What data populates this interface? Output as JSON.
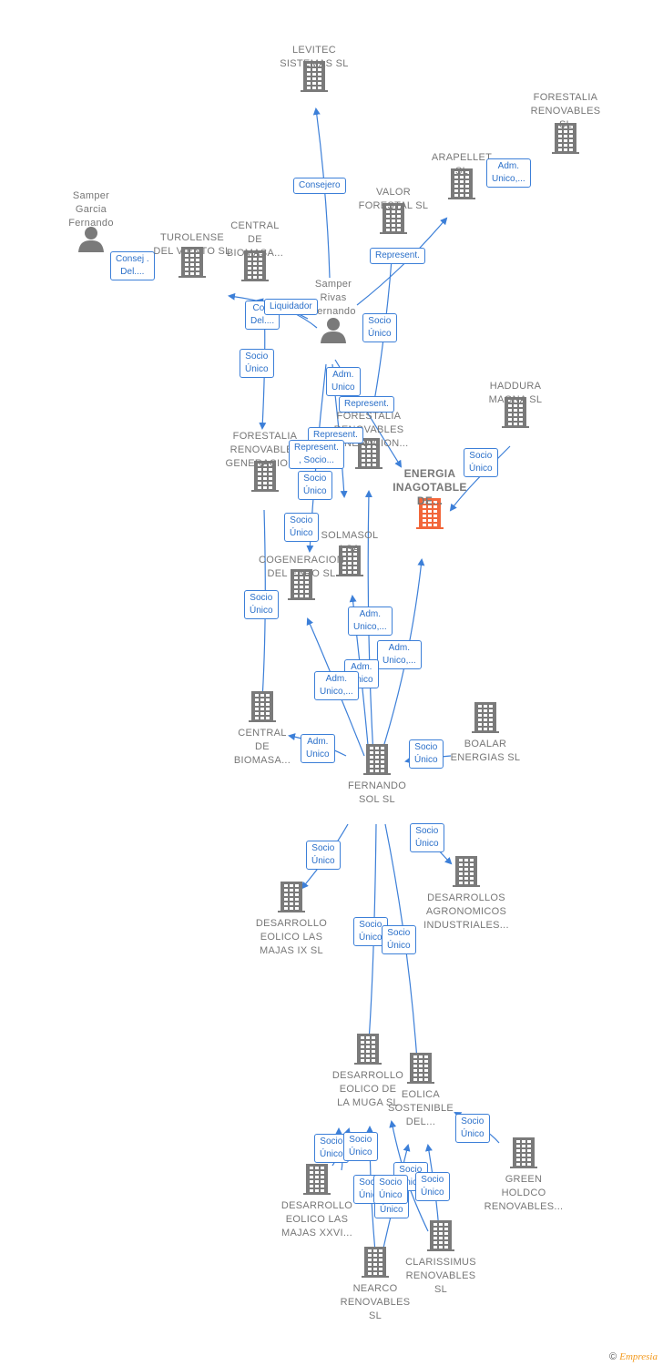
{
  "colors": {
    "edge": "#3c7fd8",
    "building": "#7a7a7a",
    "focus": "#f2663a",
    "person": "#7a7a7a"
  },
  "nodes": [
    {
      "id": "levitec",
      "label": "LEVITEC\nSISTEMAS  SL",
      "type": "company"
    },
    {
      "id": "forestalia_ren",
      "label": "FORESTALIA\nRENOVABLES\nSL",
      "type": "company"
    },
    {
      "id": "arapellet",
      "label": "ARAPELLET\nSL",
      "type": "company"
    },
    {
      "id": "valor",
      "label": "VALOR\nFORESTAL SL",
      "type": "company"
    },
    {
      "id": "samper_garcia",
      "label": "Samper\nGarcia\nFernando",
      "type": "person"
    },
    {
      "id": "turolense",
      "label": "TUROLENSE\nDEL VIENTO SL",
      "type": "company"
    },
    {
      "id": "central_top",
      "label": "CENTRAL\nDE\nBIOMASA...",
      "type": "company"
    },
    {
      "id": "samper_rivas",
      "label": "Samper\nRivas\nFernando",
      "type": "person"
    },
    {
      "id": "forestalia_ren_gen",
      "label": "FORESTALIA\nRENOVABLES\nGENERACION...",
      "type": "company"
    },
    {
      "id": "haddura",
      "label": "HADDURA\nMAGNA  SL",
      "type": "company"
    },
    {
      "id": "energia",
      "label": "ENERGIA\nINAGOTABLE\nDE...",
      "type": "focus"
    },
    {
      "id": "forestalia_gen",
      "label": "FORESTALIA\nRENOVABLES\nGENERACION...",
      "type": "company"
    },
    {
      "id": "solmasol",
      "label": "SOLMASOL\nI SA",
      "type": "company"
    },
    {
      "id": "cogeneracion",
      "label": "COGENERACION\nDEL EBRO  SL",
      "type": "company"
    },
    {
      "id": "central_bottom",
      "label": "CENTRAL\nDE\nBIOMASA...",
      "type": "company"
    },
    {
      "id": "boalar",
      "label": "BOALAR\nENERGIAS  SL",
      "type": "company"
    },
    {
      "id": "fernando_sol",
      "label": "FERNANDO\nSOL SL",
      "type": "company"
    },
    {
      "id": "des_agron",
      "label": "DESARROLLOS\nAGRONOMICOS\nINDUSTRIALES...",
      "type": "company"
    },
    {
      "id": "des_majas_ix",
      "label": "DESARROLLO\nEOLICO LAS\nMAJAS IX  SL",
      "type": "company"
    },
    {
      "id": "des_muga",
      "label": "DESARROLLO\nEOLICO DE\nLA MUGA SL",
      "type": "company"
    },
    {
      "id": "eolica",
      "label": "EOLICA\nSOSTENIBLE\nDEL...",
      "type": "company"
    },
    {
      "id": "green",
      "label": "GREEN\nHOLDCO\nRENOVABLES...",
      "type": "company"
    },
    {
      "id": "des_majas_xxvi",
      "label": "DESARROLLO\nEOLICO LAS\nMAJAS XXVI...",
      "type": "company"
    },
    {
      "id": "clarissimus",
      "label": "CLARISSIMUS\nRENOVABLES\nSL",
      "type": "company"
    },
    {
      "id": "nearco",
      "label": "NEARCO\nRENOVABLES\nSL",
      "type": "company"
    }
  ],
  "badges": [
    "Consejero",
    "Adm.\nUnico,...",
    "Represent.",
    "Consej .\nDel....",
    "Co...\nDel....",
    "Liquidador",
    "Socio\nÚnico",
    "Socio\nÚnico",
    "Adm.\nUnico",
    "Represent.",
    "Represent.",
    "Represent.\n, Socio...",
    "Socio\nÚnico",
    "Socio\nÚnico",
    "Socio\nÚnico",
    "Adm.\nUnico,...",
    "Adm.\nUnico,...",
    "Adm.\nUnico",
    "Adm.\nUnico,...",
    "Socio\nÚnico",
    "Adm.\nUnico",
    "Socio\nÚnico",
    "Socio\nÚnico",
    "Socio\nÚnico",
    "Socio\nÚnico",
    "Socio\nÚnico",
    "Socio\nÚnico",
    "Socio\nÚnico",
    "Socio\nÚnico",
    "Socio\nÚnico",
    "Socio\nÚnico",
    "Socio\nÚnico",
    "Socio\nÚnico",
    "Socio\nÚnico"
  ],
  "brand": {
    "copyright": "©",
    "name": "mpresia",
    "initial": "E"
  }
}
